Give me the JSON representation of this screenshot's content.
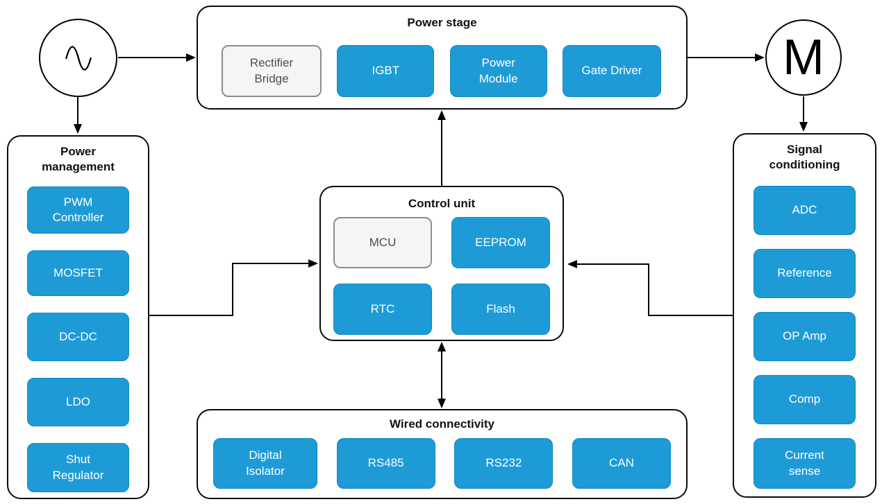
{
  "colors": {
    "block_blue": "#1E9BD7",
    "block_blue_border": "#1287C1",
    "block_gray_fill": "#F5F5F5",
    "block_gray_border": "#8C8C8C",
    "line_color": "#000000"
  },
  "source": {
    "type": "ac-source"
  },
  "motor": {
    "label": "M"
  },
  "groups": {
    "power_stage": {
      "title": "Power stage",
      "blocks": [
        {
          "label": "Rectifier\nBridge",
          "variant": "gray"
        },
        {
          "label": "IGBT",
          "variant": "blue"
        },
        {
          "label": "Power\nModule",
          "variant": "blue"
        },
        {
          "label": "Gate Driver",
          "variant": "blue"
        }
      ]
    },
    "power_management": {
      "title": "Power\nmanagement",
      "blocks": [
        {
          "label": "PWM\nController",
          "variant": "blue"
        },
        {
          "label": "MOSFET",
          "variant": "blue"
        },
        {
          "label": "DC-DC",
          "variant": "blue"
        },
        {
          "label": "LDO",
          "variant": "blue"
        },
        {
          "label": "Shut\nRegulator",
          "variant": "blue"
        }
      ]
    },
    "control_unit": {
      "title": "Control unit",
      "blocks": [
        {
          "label": "MCU",
          "variant": "gray"
        },
        {
          "label": "EEPROM",
          "variant": "blue"
        },
        {
          "label": "RTC",
          "variant": "blue"
        },
        {
          "label": "Flash",
          "variant": "blue"
        }
      ]
    },
    "signal_conditioning": {
      "title": "Signal\nconditioning",
      "blocks": [
        {
          "label": "ADC",
          "variant": "blue"
        },
        {
          "label": "Reference",
          "variant": "blue"
        },
        {
          "label": "OP Amp",
          "variant": "blue"
        },
        {
          "label": "Comp",
          "variant": "blue"
        },
        {
          "label": "Current\nsense",
          "variant": "blue"
        }
      ]
    },
    "wired_connectivity": {
      "title": "Wired connectivity",
      "blocks": [
        {
          "label": "Digital\nIsolator",
          "variant": "blue"
        },
        {
          "label": "RS485",
          "variant": "blue"
        },
        {
          "label": "RS232",
          "variant": "blue"
        },
        {
          "label": "CAN",
          "variant": "blue"
        }
      ]
    }
  }
}
